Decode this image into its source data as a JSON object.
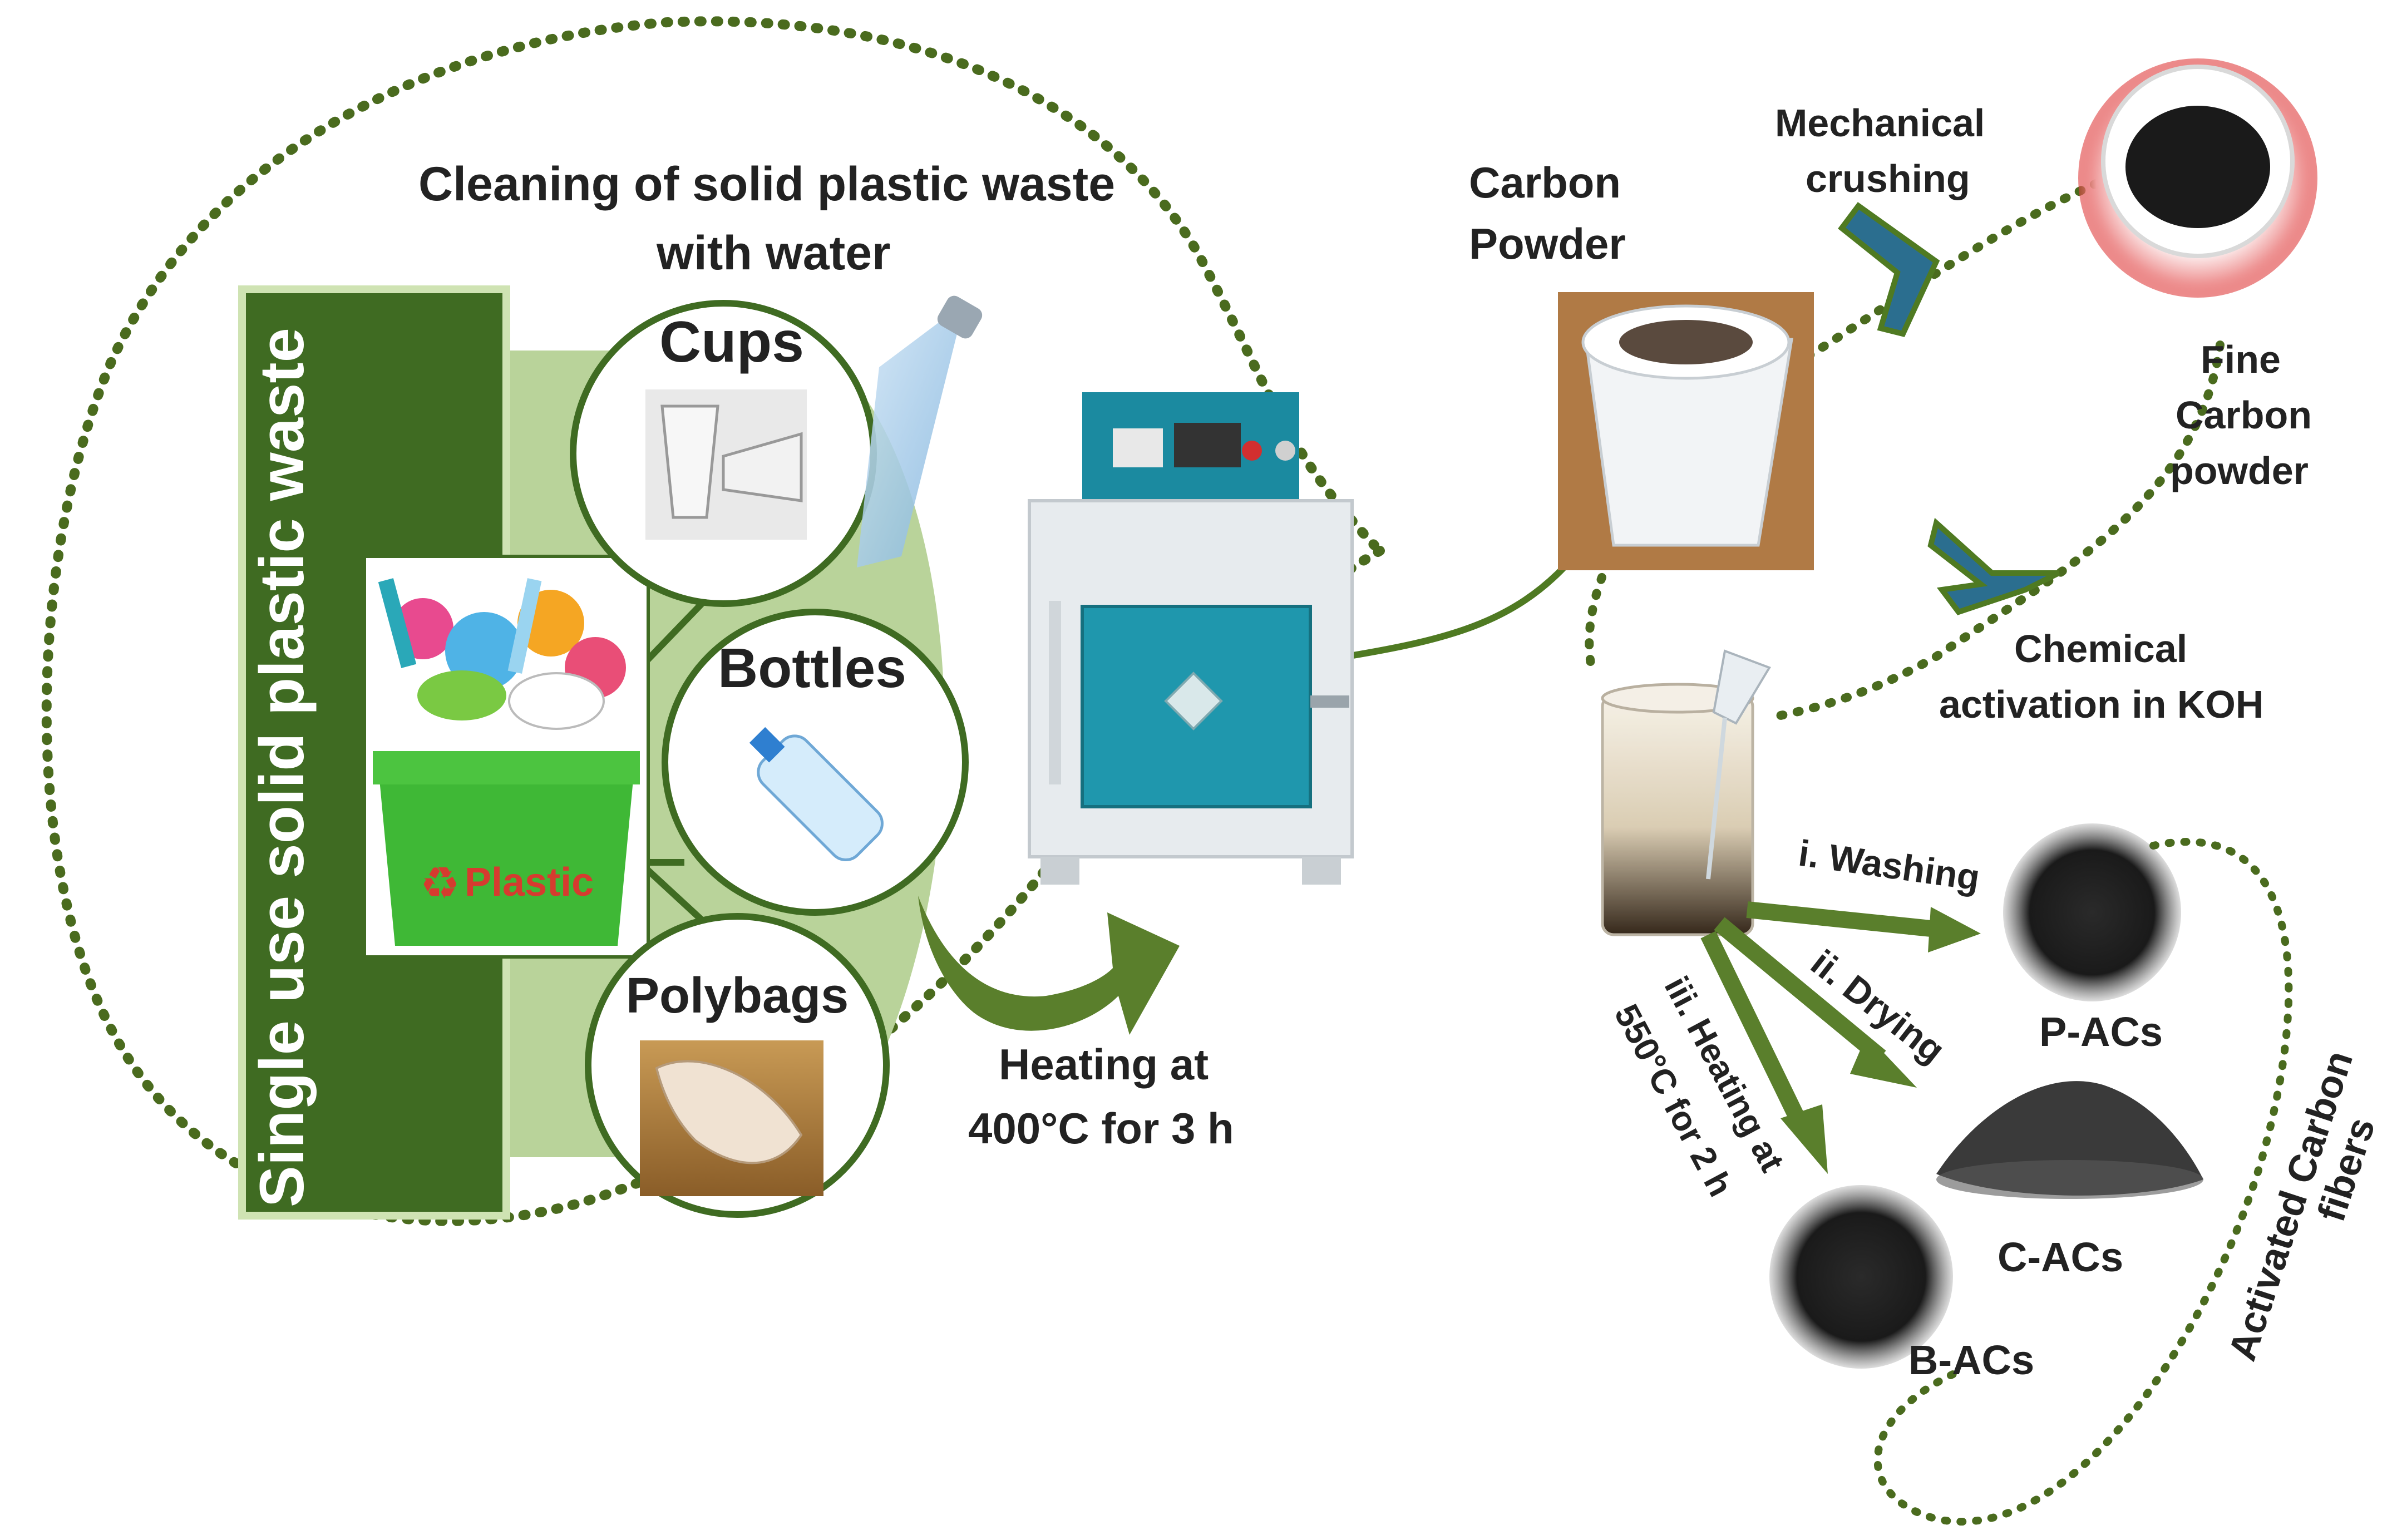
{
  "colors": {
    "dotted_path": "#4a6b1e",
    "bar_green": "#3f6b22",
    "fan_green": "#b9d39a",
    "arrow_green": "#5a7f2c",
    "chevron_blue": "#2b6e8f",
    "chevron_green": "#4f7a22",
    "furnace_teal": "#1b8aa0"
  },
  "texts": {
    "cleaning_title_line1": "Cleaning of  solid plastic waste",
    "cleaning_title_line2": "with water",
    "vertical_bar_label": "Single use solid  plastic waste",
    "cups": "Cups",
    "bottles": "Bottles",
    "polybags": "Polybags",
    "bin_label": "Plastic",
    "heating_line1": "Heating at",
    "heating_line2": "400°C for 3 h",
    "carbon_powder_line1": "Carbon",
    "carbon_powder_line2": "Powder",
    "mechanical_line1": "Mechanical",
    "mechanical_line2": "crushing",
    "fine_line1": "Fine",
    "fine_line2": "Carbon",
    "fine_line3": "powder",
    "chemical_line1": "Chemical",
    "chemical_line2": "activation in KOH",
    "washing": "i. Washing",
    "drying": "ii. Drying",
    "heating2_line1": "iii.  Heating at",
    "heating2_line2": "550°C for 2 h",
    "p_acs": "P-ACs",
    "c_acs": "C-ACs",
    "b_acs": "B-ACs",
    "activated_line1": "Activated Carbon",
    "activated_line2": "fibers"
  },
  "icons": {
    "shower": "water-shower-icon",
    "furnace": "muffle-furnace-icon",
    "crucible": "crucible-icon",
    "bowl": "fine-powder-bowl-icon",
    "beaker": "beaker-koh-icon",
    "bin": "recycle-bin-icon"
  }
}
